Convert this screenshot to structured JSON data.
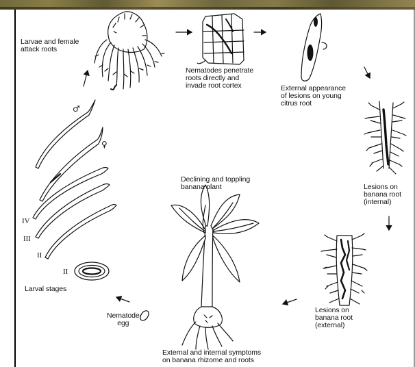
{
  "labels": {
    "attack": [
      "Larvae and female",
      "attack roots"
    ],
    "penetrate": [
      "Nematodes penetrate",
      "roots directly and",
      "invade root cortex"
    ],
    "citrus": [
      "External appearance",
      "of lesions on young",
      "citrus root"
    ],
    "internal": [
      "Lesions on",
      "banana root",
      "(internal)"
    ],
    "external": [
      "Lesions on",
      "banana root",
      "(external)"
    ],
    "symptoms": [
      "External and internal symptoms",
      "on banana rhizome and roots"
    ],
    "declining": [
      "Declining and toppling",
      "banana plant"
    ],
    "egg": [
      "Nematode",
      "egg"
    ],
    "larval": "Larval stages",
    "stage_II_a": "II",
    "stage_II_b": "II",
    "stage_III": "III",
    "stage_IV": "IV",
    "male_symbol": "♂",
    "female_symbol": "♀"
  },
  "colors": {
    "ink": "#111111",
    "background": "#ffffff"
  }
}
